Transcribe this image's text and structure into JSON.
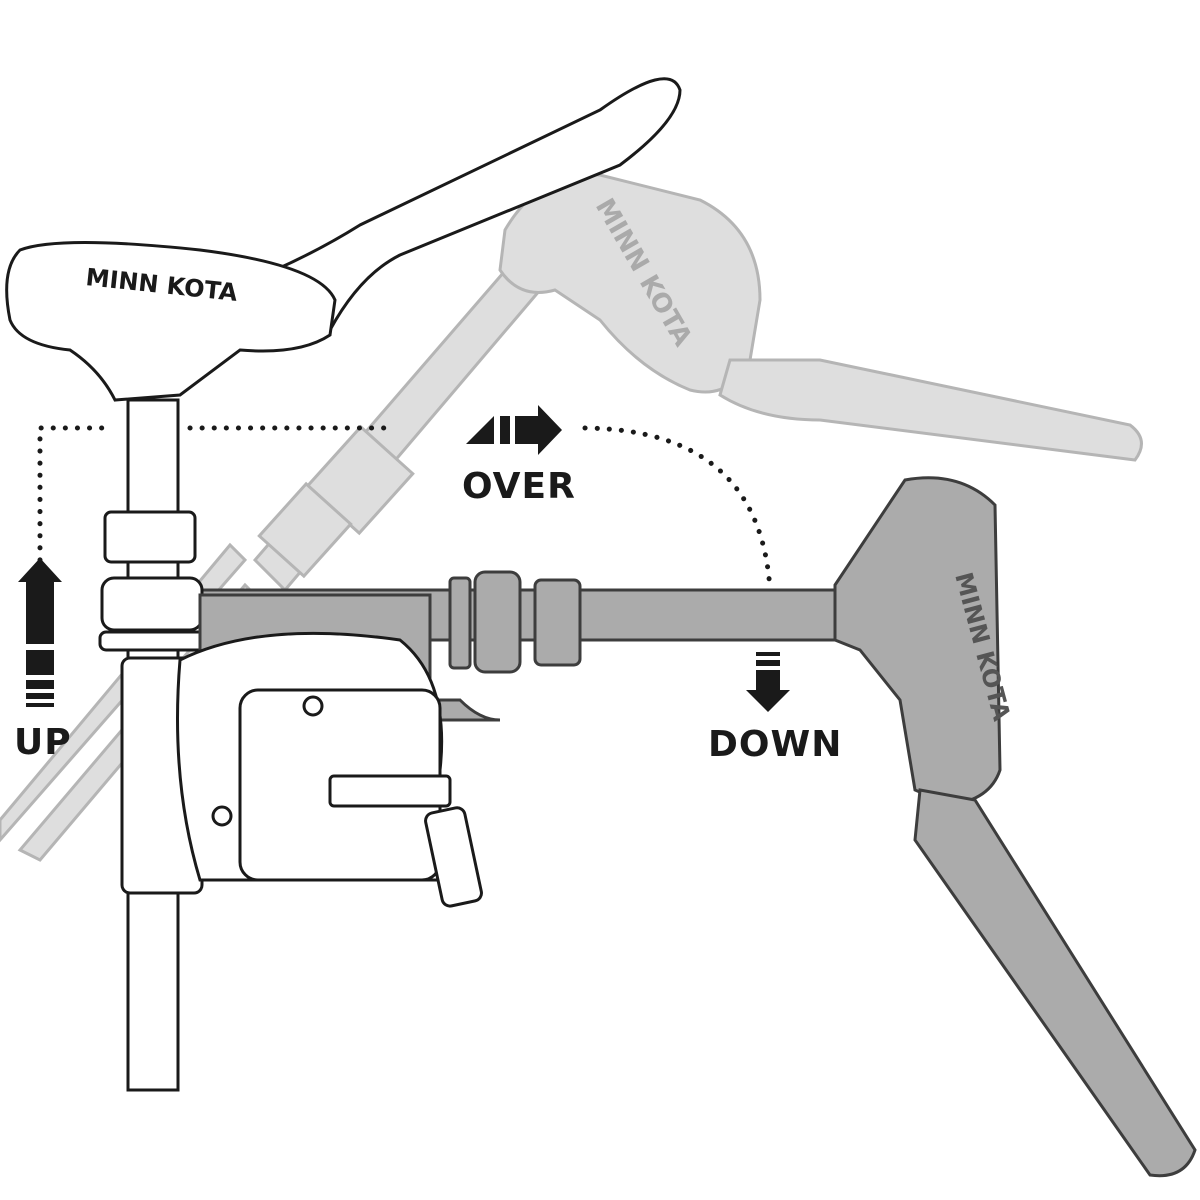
{
  "labels": {
    "over": "OVER",
    "up": "UP",
    "down": "DOWN"
  },
  "brand": "MINN KOTA",
  "colors": {
    "ink": "#1a1a1a",
    "ghost": "#d6d6d6",
    "ghost_stroke": "#b8b8b8",
    "mid": "#a9a9a9",
    "mid_stroke": "#555555"
  }
}
